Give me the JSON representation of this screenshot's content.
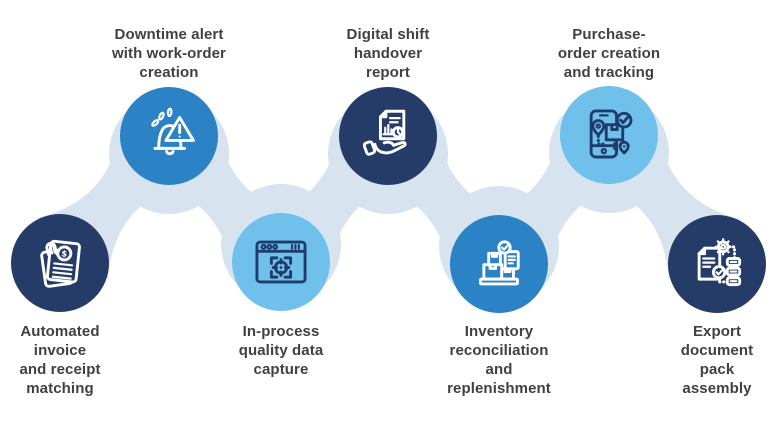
{
  "diagram": {
    "type": "process-flow-wave",
    "steps": [
      {
        "label": "Automated\ninvoice\nand receipt\nmatching",
        "icon": "invoice-receipt-icon",
        "row": "bottom",
        "circle_color": "#263c68",
        "icon_color": "#ffffff",
        "icon_text": "$"
      },
      {
        "label": "Downtime alert\nwith work-order\ncreation",
        "icon": "downtime-alert-bell-icon",
        "row": "top",
        "circle_color": "#2b82c4",
        "icon_color": "#ffffff"
      },
      {
        "label": "In-process\nquality data\ncapture",
        "icon": "quality-capture-target-icon",
        "row": "bottom",
        "circle_color": "#70c0ec",
        "icon_color": "#1e3d6d"
      },
      {
        "label": "Digital shift\nhandover\nreport",
        "icon": "handover-report-hand-icon",
        "row": "top",
        "circle_color": "#263c68",
        "icon_color": "#ffffff"
      },
      {
        "label": "Inventory\nreconciliation\nand\nreplenishment",
        "icon": "inventory-boxes-icon",
        "row": "bottom",
        "circle_color": "#2b82c4",
        "icon_color": "#ffffff"
      },
      {
        "label": "Purchase-\norder creation\nand tracking",
        "icon": "phone-package-tracking-icon",
        "row": "top",
        "circle_color": "#70c0ec",
        "icon_color": "#1e3d6d"
      },
      {
        "label": "Export\ndocument\npack\nassembly",
        "icon": "document-gear-workflow-icon",
        "row": "bottom",
        "circle_color": "#263c68",
        "icon_color": "#ffffff"
      }
    ],
    "colors": {
      "band": "#d7e4ef",
      "text": "#414042",
      "background": "#ffffff"
    }
  }
}
